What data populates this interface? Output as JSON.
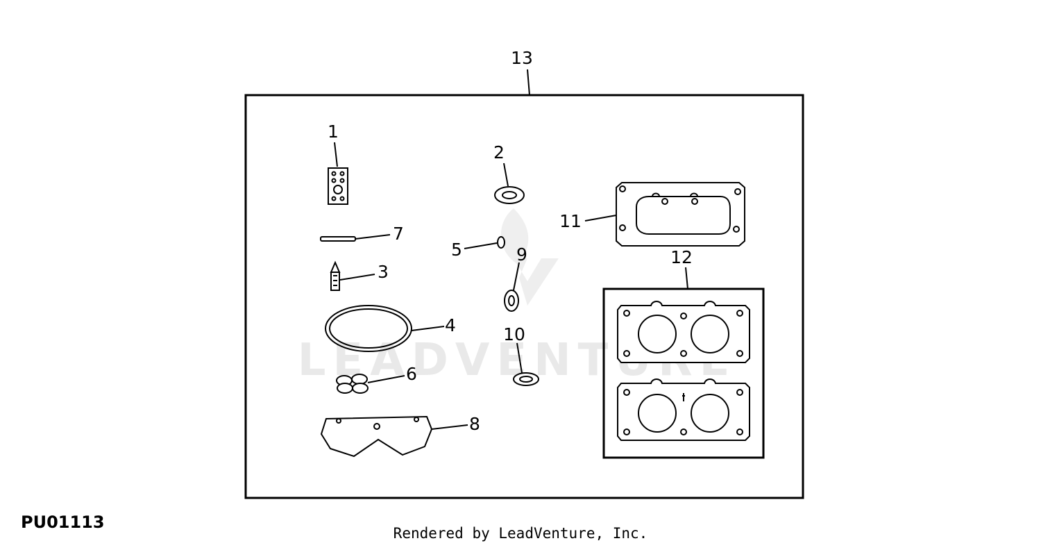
{
  "figure_ref": "PU01113",
  "credit": "Rendered by LeadVenture, Inc.",
  "watermark": "LEADVENTURE",
  "callouts": {
    "c1": "1",
    "c2": "2",
    "c3": "3",
    "c4": "4",
    "c5": "5",
    "c6": "6",
    "c7": "7",
    "c8": "8",
    "c9": "9",
    "c10": "10",
    "c11": "11",
    "c12": "12",
    "c13": "13"
  }
}
